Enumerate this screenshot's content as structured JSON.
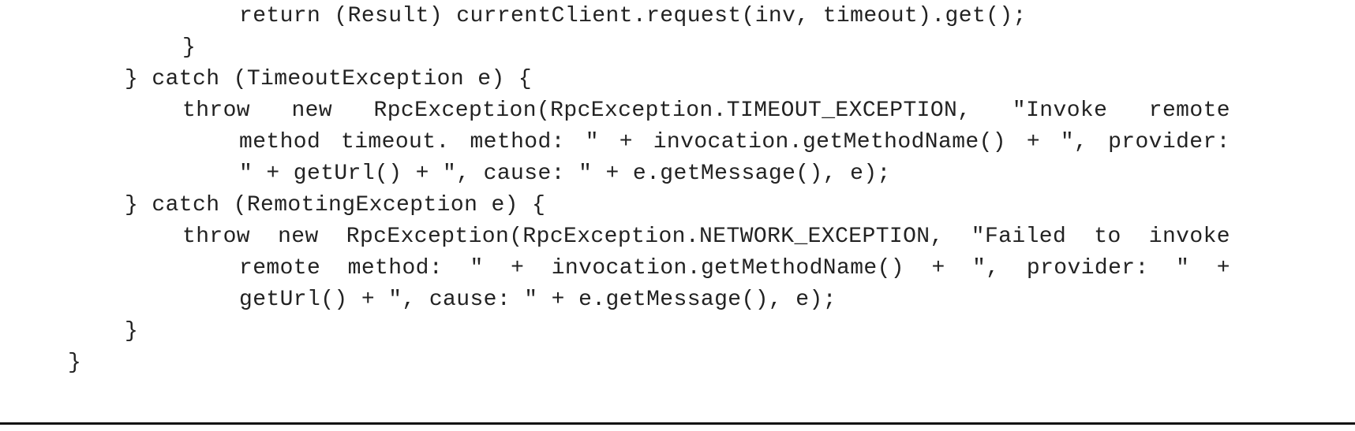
{
  "code": {
    "line_1": "return (Result) currentClient.request(inv, timeout).get();",
    "line_2": "}",
    "line_3": "} catch (TimeoutException e) {",
    "line_4": [
      "throw",
      "new",
      "RpcException(RpcException.TIMEOUT_EXCEPTION,",
      "\"Invoke",
      "remote"
    ],
    "line_5": [
      "method",
      "timeout.",
      "method:",
      "\"",
      "+",
      "invocation.getMethodName()",
      "+",
      "\",",
      "provider:"
    ],
    "line_6": "\" + getUrl() + \", cause: \" + e.getMessage(), e);",
    "line_7": "} catch (RemotingException e) {",
    "line_8": [
      "throw",
      "new",
      "RpcException(RpcException.NETWORK_EXCEPTION,",
      "\"Failed",
      "to",
      "invoke"
    ],
    "line_9": [
      "remote",
      "method:",
      "\"",
      "+",
      "invocation.getMethodName()",
      "+",
      "\",",
      "provider:",
      "\"",
      "+"
    ],
    "line_10": "getUrl() + \", cause: \" + e.getMessage(), e);",
    "line_11": "}",
    "line_12": "}"
  }
}
